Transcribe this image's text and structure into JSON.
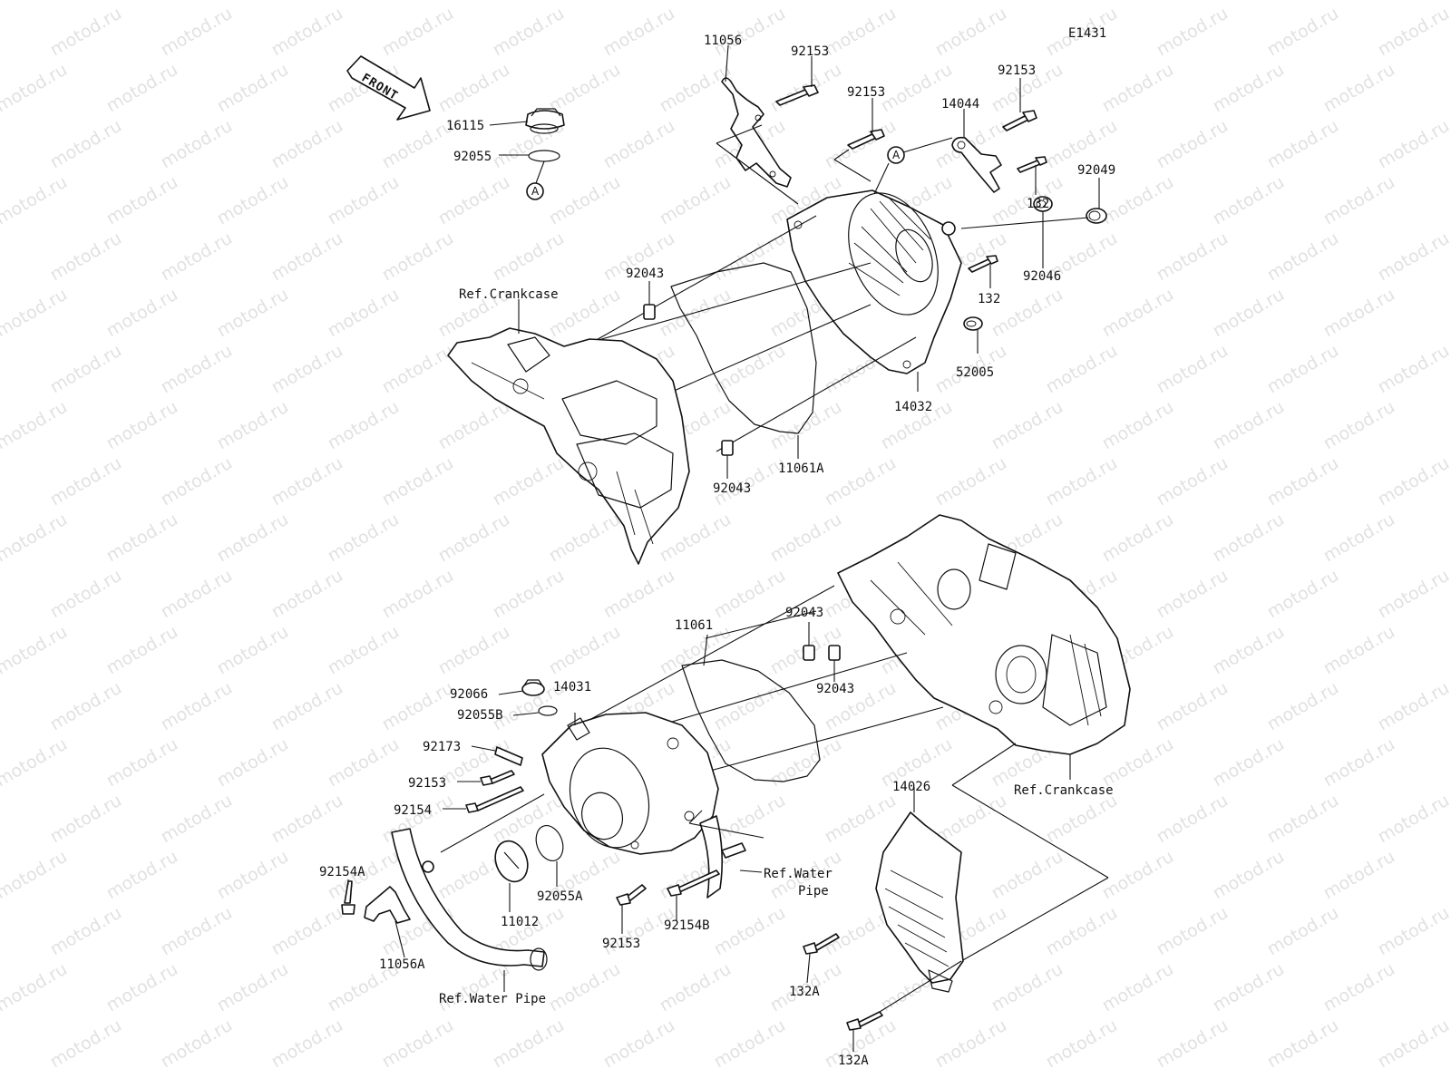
{
  "diagram": {
    "code": "E1431",
    "front_label": "FRONT",
    "callouts": [
      "A",
      "A"
    ],
    "watermark": "motod.ru",
    "labels": {
      "l11056": "11056",
      "l92153_a": "92153",
      "l92153_b": "92153",
      "l92153_c": "92153",
      "l14044": "14044",
      "l16115": "16115",
      "l92055": "92055",
      "l132_a": "132",
      "l92049": "92049",
      "l92046": "92046",
      "l132_b": "132",
      "l92043_a": "92043",
      "l_refcrank_a": "Ref.Crankcase",
      "l52005": "52005",
      "l14032": "14032",
      "l92043_b": "92043",
      "l11061a": "11061A",
      "l11061": "11061",
      "l92043_c": "92043",
      "l92043_d": "92043",
      "l92066": "92066",
      "l14031": "14031",
      "l92055b": "92055B",
      "l92173": "92173",
      "l92153_d": "92153",
      "l92154": "92154",
      "l_refcrank_b": "Ref.Crankcase",
      "l14026": "14026",
      "l_refwater_a1": "Ref.Water",
      "l_refwater_a2": "Pipe",
      "l92154a": "92154A",
      "l11012": "11012",
      "l92055a": "92055A",
      "l92153_e": "92153",
      "l92154b": "92154B",
      "l11056a": "11056A",
      "l_refwater_b": "Ref.Water Pipe",
      "l132a_a": "132A",
      "l132a_b": "132A"
    }
  }
}
